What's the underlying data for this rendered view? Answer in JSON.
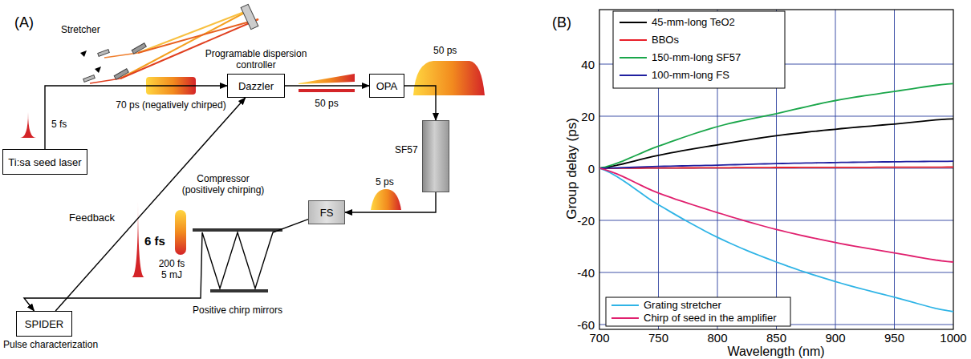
{
  "diagram": {
    "nodes": [
      {
        "text": [
          "Ti:sa seed laser"
        ]
      },
      {
        "text": [
          "Programable dispersion controller",
          "Dazzler"
        ]
      },
      {
        "text": [
          "OPA"
        ]
      },
      {
        "text": [
          "SF57"
        ]
      },
      {
        "text": [
          "FS"
        ]
      },
      {
        "text": [
          "SPIDER",
          "Pulse characterization"
        ]
      }
    ],
    "edges": [
      {
        "from": 0,
        "to": 1,
        "arrow": "to"
      },
      {
        "from": 1,
        "to": 2,
        "arrow": "to"
      },
      {
        "from": 2,
        "to": 3,
        "arrow": "to"
      },
      {
        "from": 3,
        "to": 4,
        "arrow": "to"
      },
      {
        "from": 4,
        "to": 5,
        "arrow": "to"
      },
      {
        "from": 5,
        "to": 1,
        "label": "Feedback",
        "arrow": "to"
      }
    ],
    "labels": [
      "(A)",
      "Stretcher",
      "5 fs",
      "70 ps (negatively chirped)",
      "50 ps",
      "50 ps",
      "5 ps",
      "Compressor (positively chirping)",
      "200 fs 5 mJ",
      "6 fs",
      "Positive chirp mirrors",
      "(B)",
      "Group delay (ps)",
      "Wavelength (nm)",
      "40",
      "20",
      "0",
      "-20",
      "-40",
      "-60",
      "700",
      "750",
      "800",
      "850",
      "900",
      "950",
      "1000"
    ],
    "legend": [
      {
        "text": "45-mm-long TeO2"
      },
      {
        "text": "BBOs"
      },
      {
        "text": "150-mm-long SF57"
      },
      {
        "text": "100-mm-long FS"
      },
      {
        "text": "Grating stretcher"
      },
      {
        "text": "Chirp of seed in the amplifier"
      }
    ]
  }
}
